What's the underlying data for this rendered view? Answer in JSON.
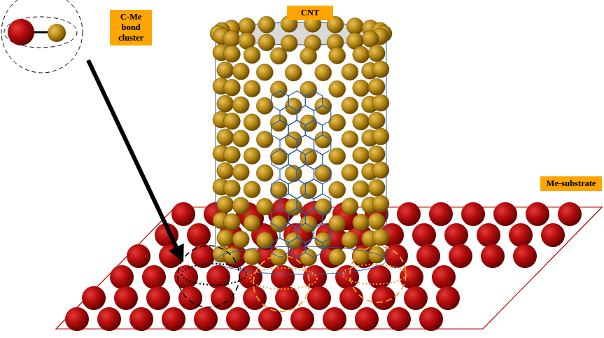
{
  "diagram": {
    "nodes": [
      {
        "text": [
          "C-Me bond cluster"
        ]
      },
      {
        "text": [
          "CNT"
        ]
      },
      {
        "text": [
          "Me-substrate"
        ]
      }
    ]
  }
}
